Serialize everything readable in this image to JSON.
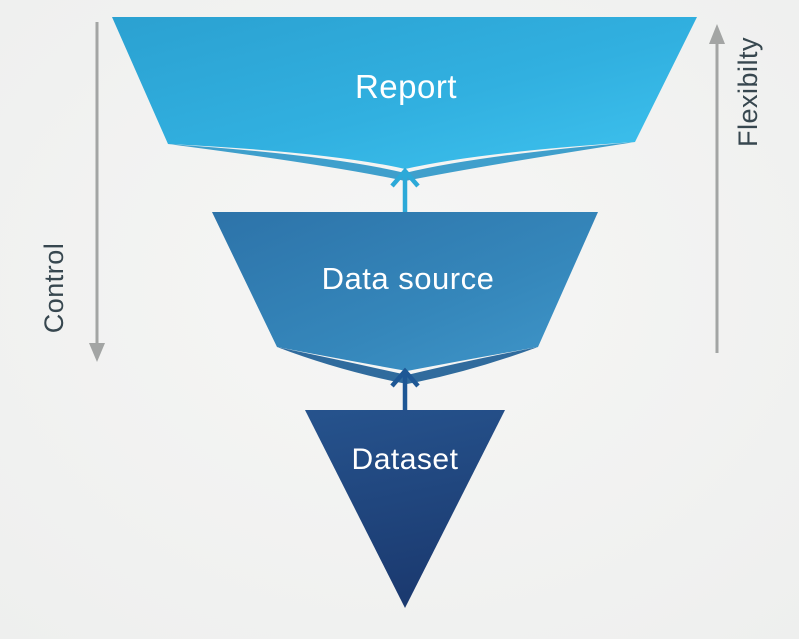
{
  "diagram": {
    "title": "report-datasource-dataset-funnel",
    "background_color": "#f3f4f3",
    "text_color": "#37474f",
    "layers": [
      {
        "label": "Report",
        "shape": "inverted-trapezoid",
        "color_start": "#2ba1d1",
        "color_end": "#3fc3ef"
      },
      {
        "label": "Data source",
        "shape": "inverted-trapezoid",
        "color_start": "#2d73a9",
        "color_end": "#4097ca"
      },
      {
        "label": "Dataset",
        "shape": "inverted-triangle",
        "color_start": "#26538d",
        "color_end": "#1b3a70"
      }
    ],
    "arrows": [
      {
        "name": "datasource-to-report",
        "direction": "up",
        "color": "#2ca9d8"
      },
      {
        "name": "dataset-to-datasource",
        "direction": "up",
        "color": "#1e5795"
      }
    ],
    "axes": {
      "control": {
        "label": "Control",
        "direction": "down",
        "color": "#a3a5a4"
      },
      "flexibility": {
        "label": "Flexibilty",
        "direction": "up",
        "color": "#a3a5a4"
      }
    }
  }
}
